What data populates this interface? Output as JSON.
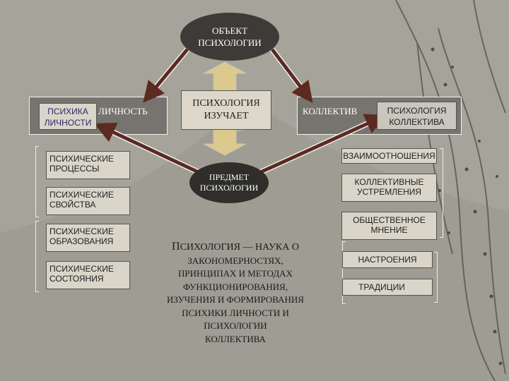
{
  "object_label": [
    "ОБЪЕКТ",
    "ПСИХОЛОГИИ"
  ],
  "left_band": {
    "box_label": [
      "ПСИХИКА",
      "ЛИЧНОСТИ"
    ],
    "band_label": "ЛИЧНОСТЬ"
  },
  "center_top": [
    "ПСИХОЛОГИЯ",
    "ИЗУЧАЕТ"
  ],
  "right_band": {
    "band_label": "КОЛЛЕКТИВ",
    "box_label": [
      "ПСИХОЛОГИЯ",
      "КОЛЛЕКТИВА"
    ]
  },
  "subject_label": [
    "ПРЕДМЕТ",
    "ПСИХОЛОГИИ"
  ],
  "left_items": [
    [
      "ПСИХИЧЕСКИЕ",
      "ПРОЦЕССЫ"
    ],
    [
      "ПСИХИЧЕСКИЕ",
      "СВОЙСТВА"
    ],
    [
      "ПСИХИЧЕСКИЕ",
      "ОБРАЗОВАНИЯ"
    ],
    [
      "ПСИХИЧЕСКИЕ",
      "СОСТОЯНИЯ"
    ]
  ],
  "right_items": [
    [
      "ВЗАИМООТНОШЕНИЯ"
    ],
    [
      "КОЛЛЕКТИВНЫЕ",
      "УСТРЕМЛЕНИЯ"
    ],
    [
      "ОБЩЕСТВЕННОЕ",
      "МНЕНИЕ"
    ],
    [
      "НАСТРОЕНИЯ"
    ],
    [
      "ТРАДИЦИИ"
    ]
  ],
  "definition": {
    "lead_initial": "П",
    "lead_rest": "СИХОЛОГИЯ",
    "dash": " — НАУКА О",
    "lines": [
      "ЗАКОНОМЕРНОСТЯХ,",
      "ПРИНЦИПАХ  И  МЕТОДАХ",
      "ФУНКЦИОНИРОВАНИЯ,",
      "ИЗУЧЕНИЯ И ФОРМИРОВАНИЯ",
      "ПСИХИКИ ЛИЧНОСТИ И",
      "ПСИХОЛОГИИ",
      "КОЛЛЕКТИВА"
    ]
  },
  "colors": {
    "background": "#a5a39a",
    "box_fill": "#d9d5c9",
    "dark_fill": "#2f2e2b",
    "band_fill": "#76746f",
    "arrow": "#5b2a20"
  }
}
